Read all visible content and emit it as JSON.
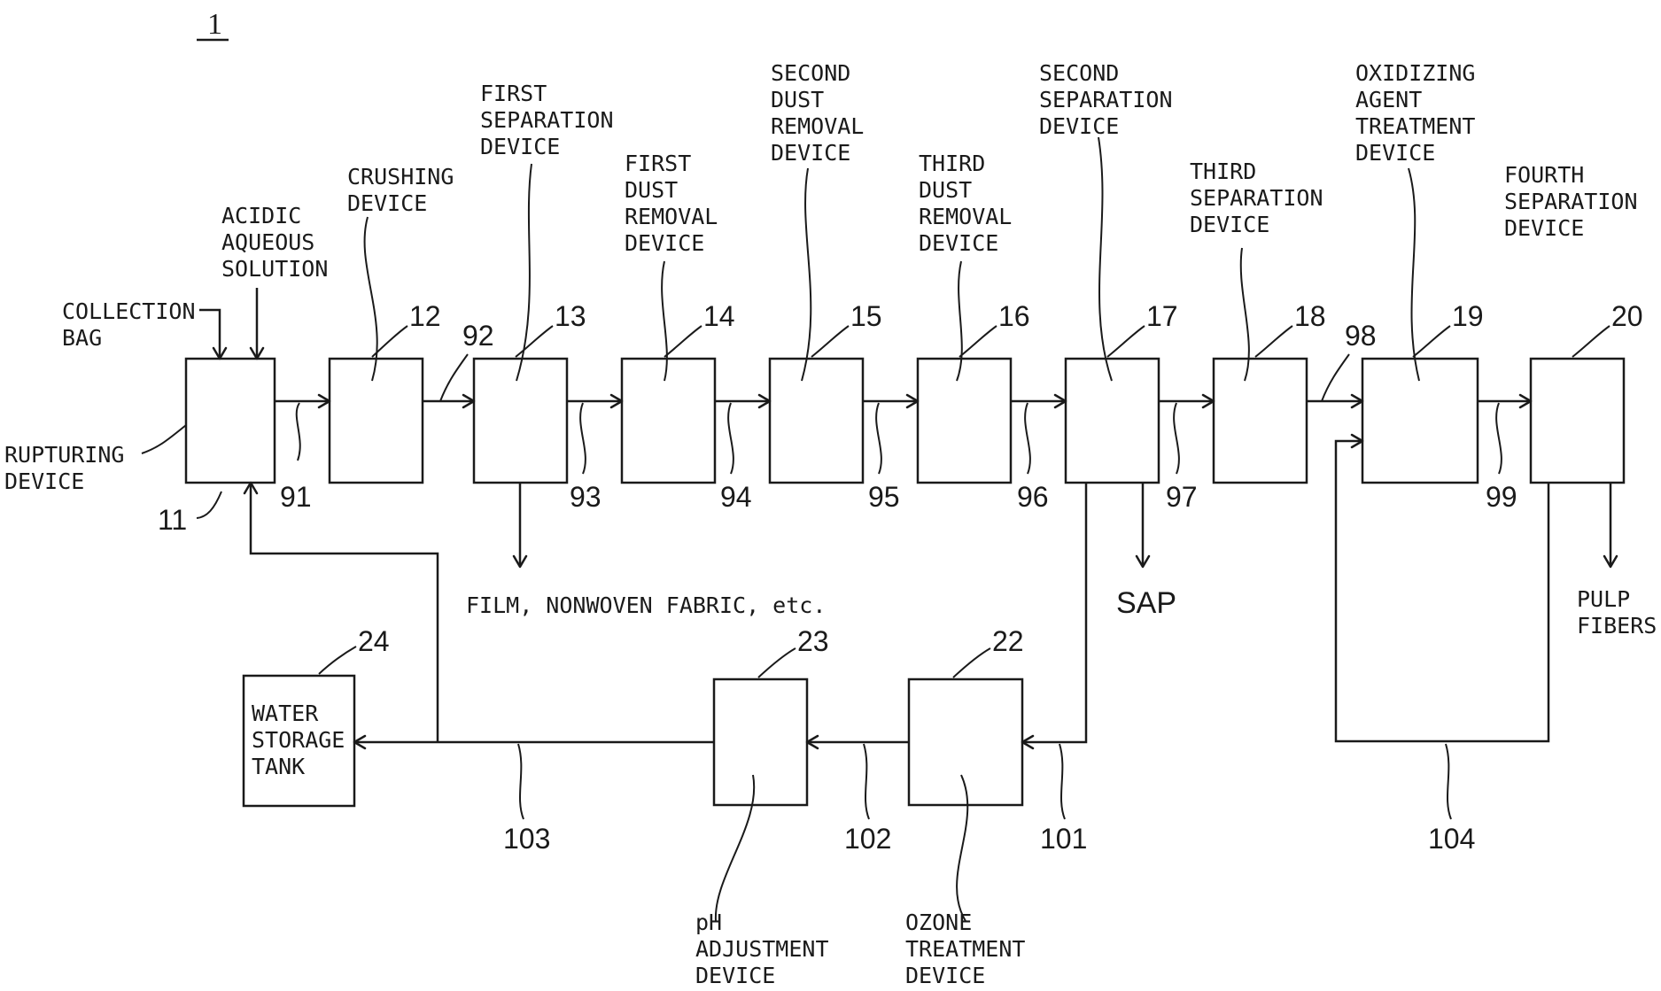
{
  "figure_label": "1",
  "devices": [
    {
      "id": "rupturing",
      "number": "11",
      "label": [
        "RUPTURING",
        "DEVICE"
      ]
    },
    {
      "id": "crushing",
      "number": "12",
      "label": [
        "CRUSHING",
        "DEVICE"
      ]
    },
    {
      "id": "first-separation",
      "number": "13",
      "label": [
        "FIRST",
        "SEPARATION",
        "DEVICE"
      ]
    },
    {
      "id": "first-dust-removal",
      "number": "14",
      "label": [
        "FIRST",
        "DUST",
        "REMOVAL",
        "DEVICE"
      ]
    },
    {
      "id": "second-dust-removal",
      "number": "15",
      "label": [
        "SECOND",
        "DUST",
        "REMOVAL",
        "DEVICE"
      ]
    },
    {
      "id": "third-dust-removal",
      "number": "16",
      "label": [
        "THIRD",
        "DUST",
        "REMOVAL",
        "DEVICE"
      ]
    },
    {
      "id": "second-separation",
      "number": "17",
      "label": [
        "SECOND",
        "SEPARATION",
        "DEVICE"
      ]
    },
    {
      "id": "third-separation",
      "number": "18",
      "label": [
        "THIRD",
        "SEPARATION",
        "DEVICE"
      ]
    },
    {
      "id": "oxidizing-agent-treatment",
      "number": "19",
      "label": [
        "OXIDIZING",
        "AGENT",
        "TREATMENT",
        "DEVICE"
      ]
    },
    {
      "id": "fourth-separation",
      "number": "20",
      "label": [
        "FOURTH",
        "SEPARATION",
        "DEVICE"
      ]
    },
    {
      "id": "ozone-treatment",
      "number": "22",
      "label": [
        "OZONE",
        "TREATMENT",
        "DEVICE"
      ]
    },
    {
      "id": "ph-adjustment",
      "number": "23",
      "label": [
        "pH",
        "ADJUSTMENT",
        "DEVICE"
      ]
    },
    {
      "id": "water-storage-tank",
      "number": "24",
      "label": [
        "WATER",
        "STORAGE",
        "TANK"
      ]
    }
  ],
  "inputs": {
    "collection_bag": [
      "COLLECTION",
      "BAG"
    ],
    "acidic_aqueous_solution": [
      "ACIDIC",
      "AQUEOUS",
      "SOLUTION"
    ]
  },
  "outputs": {
    "film": "FILM, NONWOVEN FABRIC, etc.",
    "sap": "SAP",
    "pulp_fibers": [
      "PULP",
      "FIBERS"
    ]
  },
  "lines": [
    "91",
    "92",
    "93",
    "94",
    "95",
    "96",
    "97",
    "98",
    "99",
    "101",
    "102",
    "103",
    "104"
  ]
}
